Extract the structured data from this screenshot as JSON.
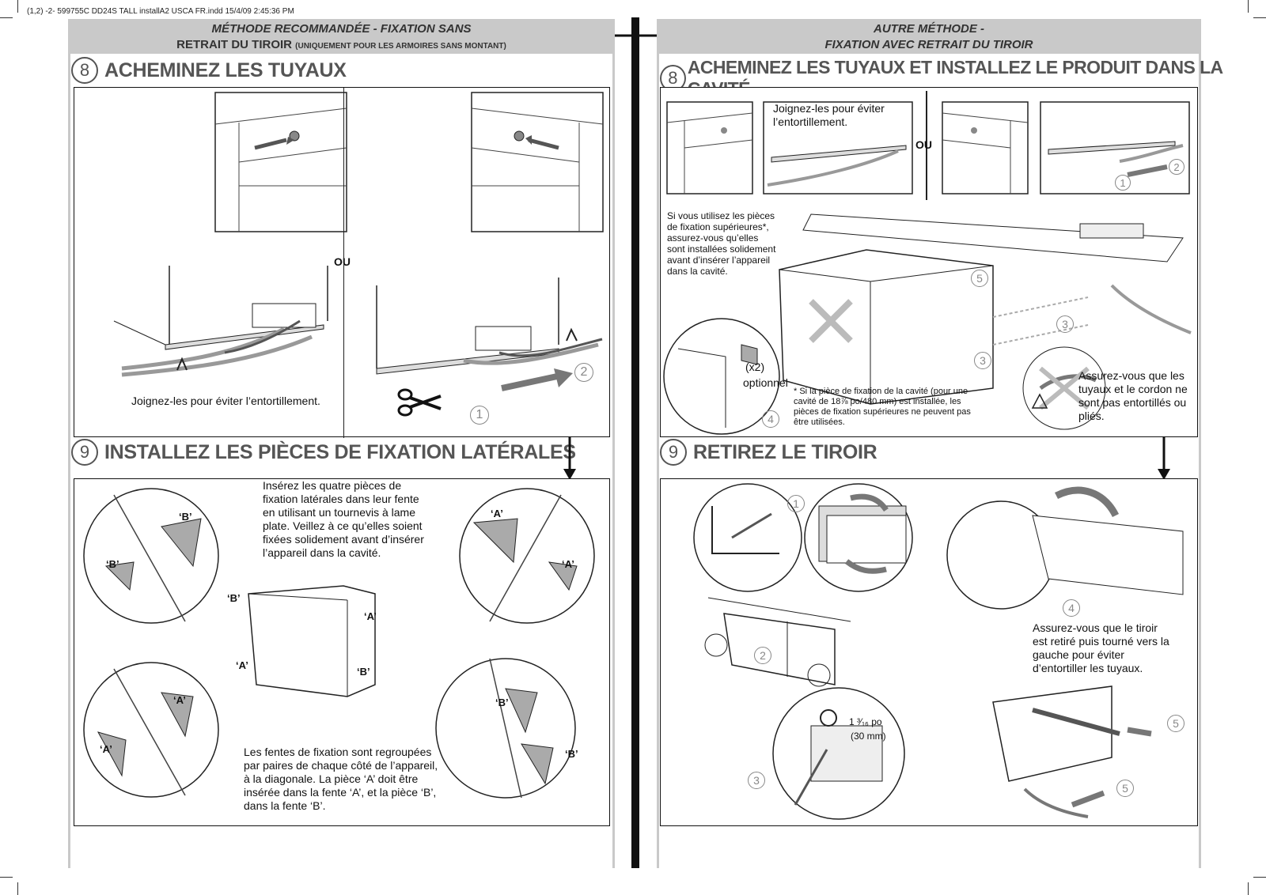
{
  "slug": "(1,2) -2- 599755C DD24S TALL installA2 USCA FR.indd 15/4/09 2:45:36 PM",
  "left": {
    "header_line1": "MÉTHODE RECOMMANDÉE - FIXATION SANS",
    "header_line2": "RETRAIT DU TIROIR",
    "header_note": "(UNIQUEMENT POUR LES ARMOIRES SANS MONTANT)",
    "step8": {
      "num": "8",
      "title": "ACHEMINEZ LES TUYAUX",
      "ou": "OU",
      "caption": "Joignez-les pour éviter l’entortillement.",
      "callout1": "1",
      "callout2": "2"
    },
    "step9": {
      "num": "9",
      "title": "INSTALLEZ LES PIÈCES DE FIXATION LATÉRALES",
      "text_top": "Insérez les quatre pièces de fixation latérales dans leur fente en utilisant un tournevis à lame plate. Veillez à ce qu’elles soient fixées solidement avant d’insérer l’appareil dans la cavité.",
      "text_bottom": "Les fentes de fixation sont regroupées par paires de chaque côté de l’appareil, à la diagonale. La pièce ‘A’ doit être insérée dans la fente ‘A’, et la pièce ‘B’, dans la fente ‘B’.",
      "label_a": "‘A’",
      "label_b": "‘B’"
    }
  },
  "right": {
    "header_line1": "AUTRE MÉTHODE -",
    "header_line2": "FIXATION AVEC RETRAIT DU TIROIR",
    "step8": {
      "num": "8",
      "title": "ACHEMINEZ LES TUYAUX ET INSTALLEZ LE PRODUIT DANS LA CAVITÉ",
      "join": "Joignez-les pour éviter l’entortillement.",
      "ou": "OU",
      "left_note": "Si vous utilisez les pièces de fixation supérieures*, assurez-vous qu’elles sont installées solidement avant d’insérer l’appareil dans la cavité.",
      "x2": "(x2)",
      "optional": "optionnel",
      "footnote": "* Si la pièce de fixation de la cavité (pour une cavité de 18⅞ po/480 mm) est installée, les pièces de fixation supérieures ne peuvent pas être utilisées.",
      "warning": "Assurez-vous que les tuyaux et le cordon ne sont pas entortillés ou pliés.",
      "c1": "1",
      "c2": "2",
      "c3": "3",
      "c4": "4",
      "c5": "5"
    },
    "step9": {
      "num": "9",
      "title": "RETIREZ LE TIROIR",
      "dimension_line1": "1 ³⁄₁₆ po",
      "dimension_line2": "(30 mm)",
      "turn_note": "Assurez-vous que le tiroir est retiré puis tourné vers la gauche pour éviter d’entortiller les tuyaux.",
      "c1": "1",
      "c2": "2",
      "c3": "3",
      "c4": "4",
      "c5": "5"
    }
  }
}
